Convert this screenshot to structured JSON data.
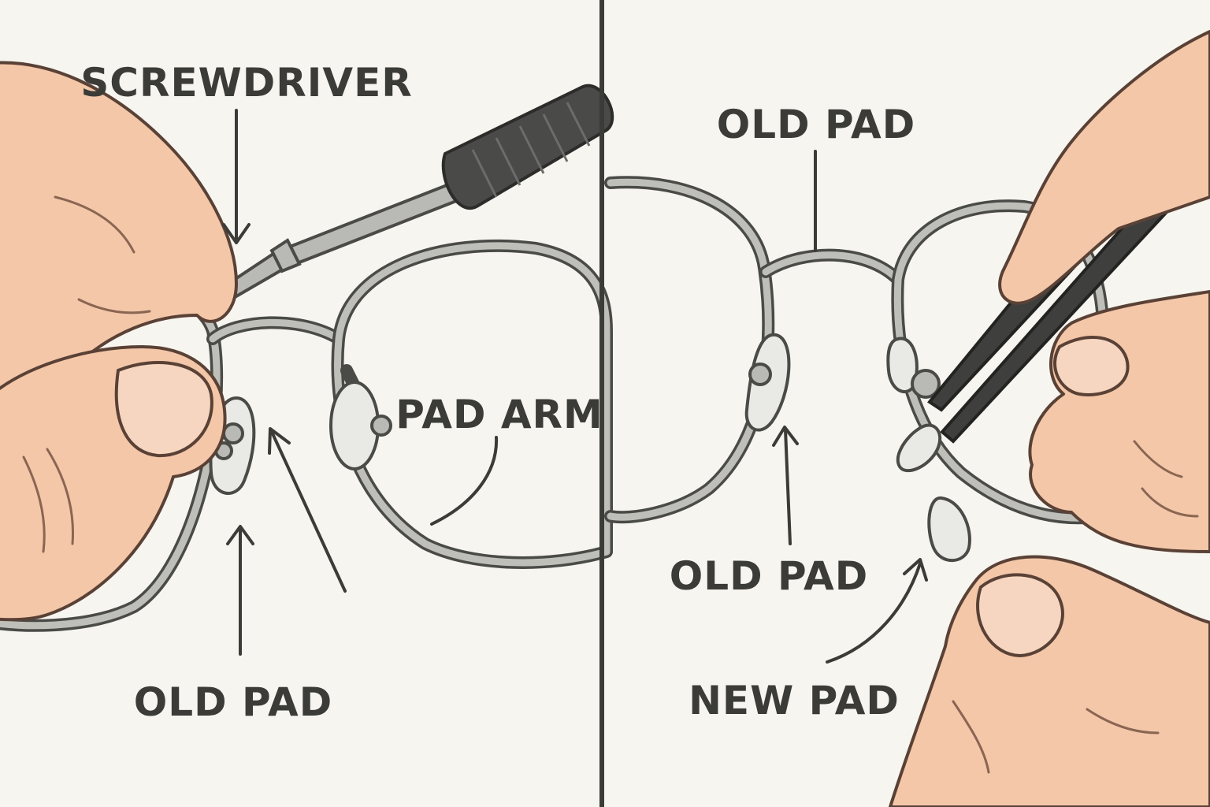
{
  "labels": {
    "screwdriver": "SCREWDRIVER",
    "pad_arm": "PAD ARM",
    "old_pad_left": "OLD PAD",
    "old_pad_top_right": "OLD PAD",
    "old_pad_mid_right": "OLD PAD",
    "new_pad": "NEW PAD"
  },
  "colors": {
    "background": "#f7f5ef",
    "ink": "#3b3b37",
    "skin": "#f3c7a8",
    "metal_frame": "#bfbfb9",
    "divider": "#3b3b37"
  },
  "icons": {
    "left_panel": [
      "hand-icon",
      "screwdriver-icon",
      "eyeglasses-icon",
      "nose-pad-icon"
    ],
    "right_panel": [
      "hand-icon",
      "tweezers-icon",
      "eyeglasses-icon",
      "nose-pad-icon"
    ]
  }
}
